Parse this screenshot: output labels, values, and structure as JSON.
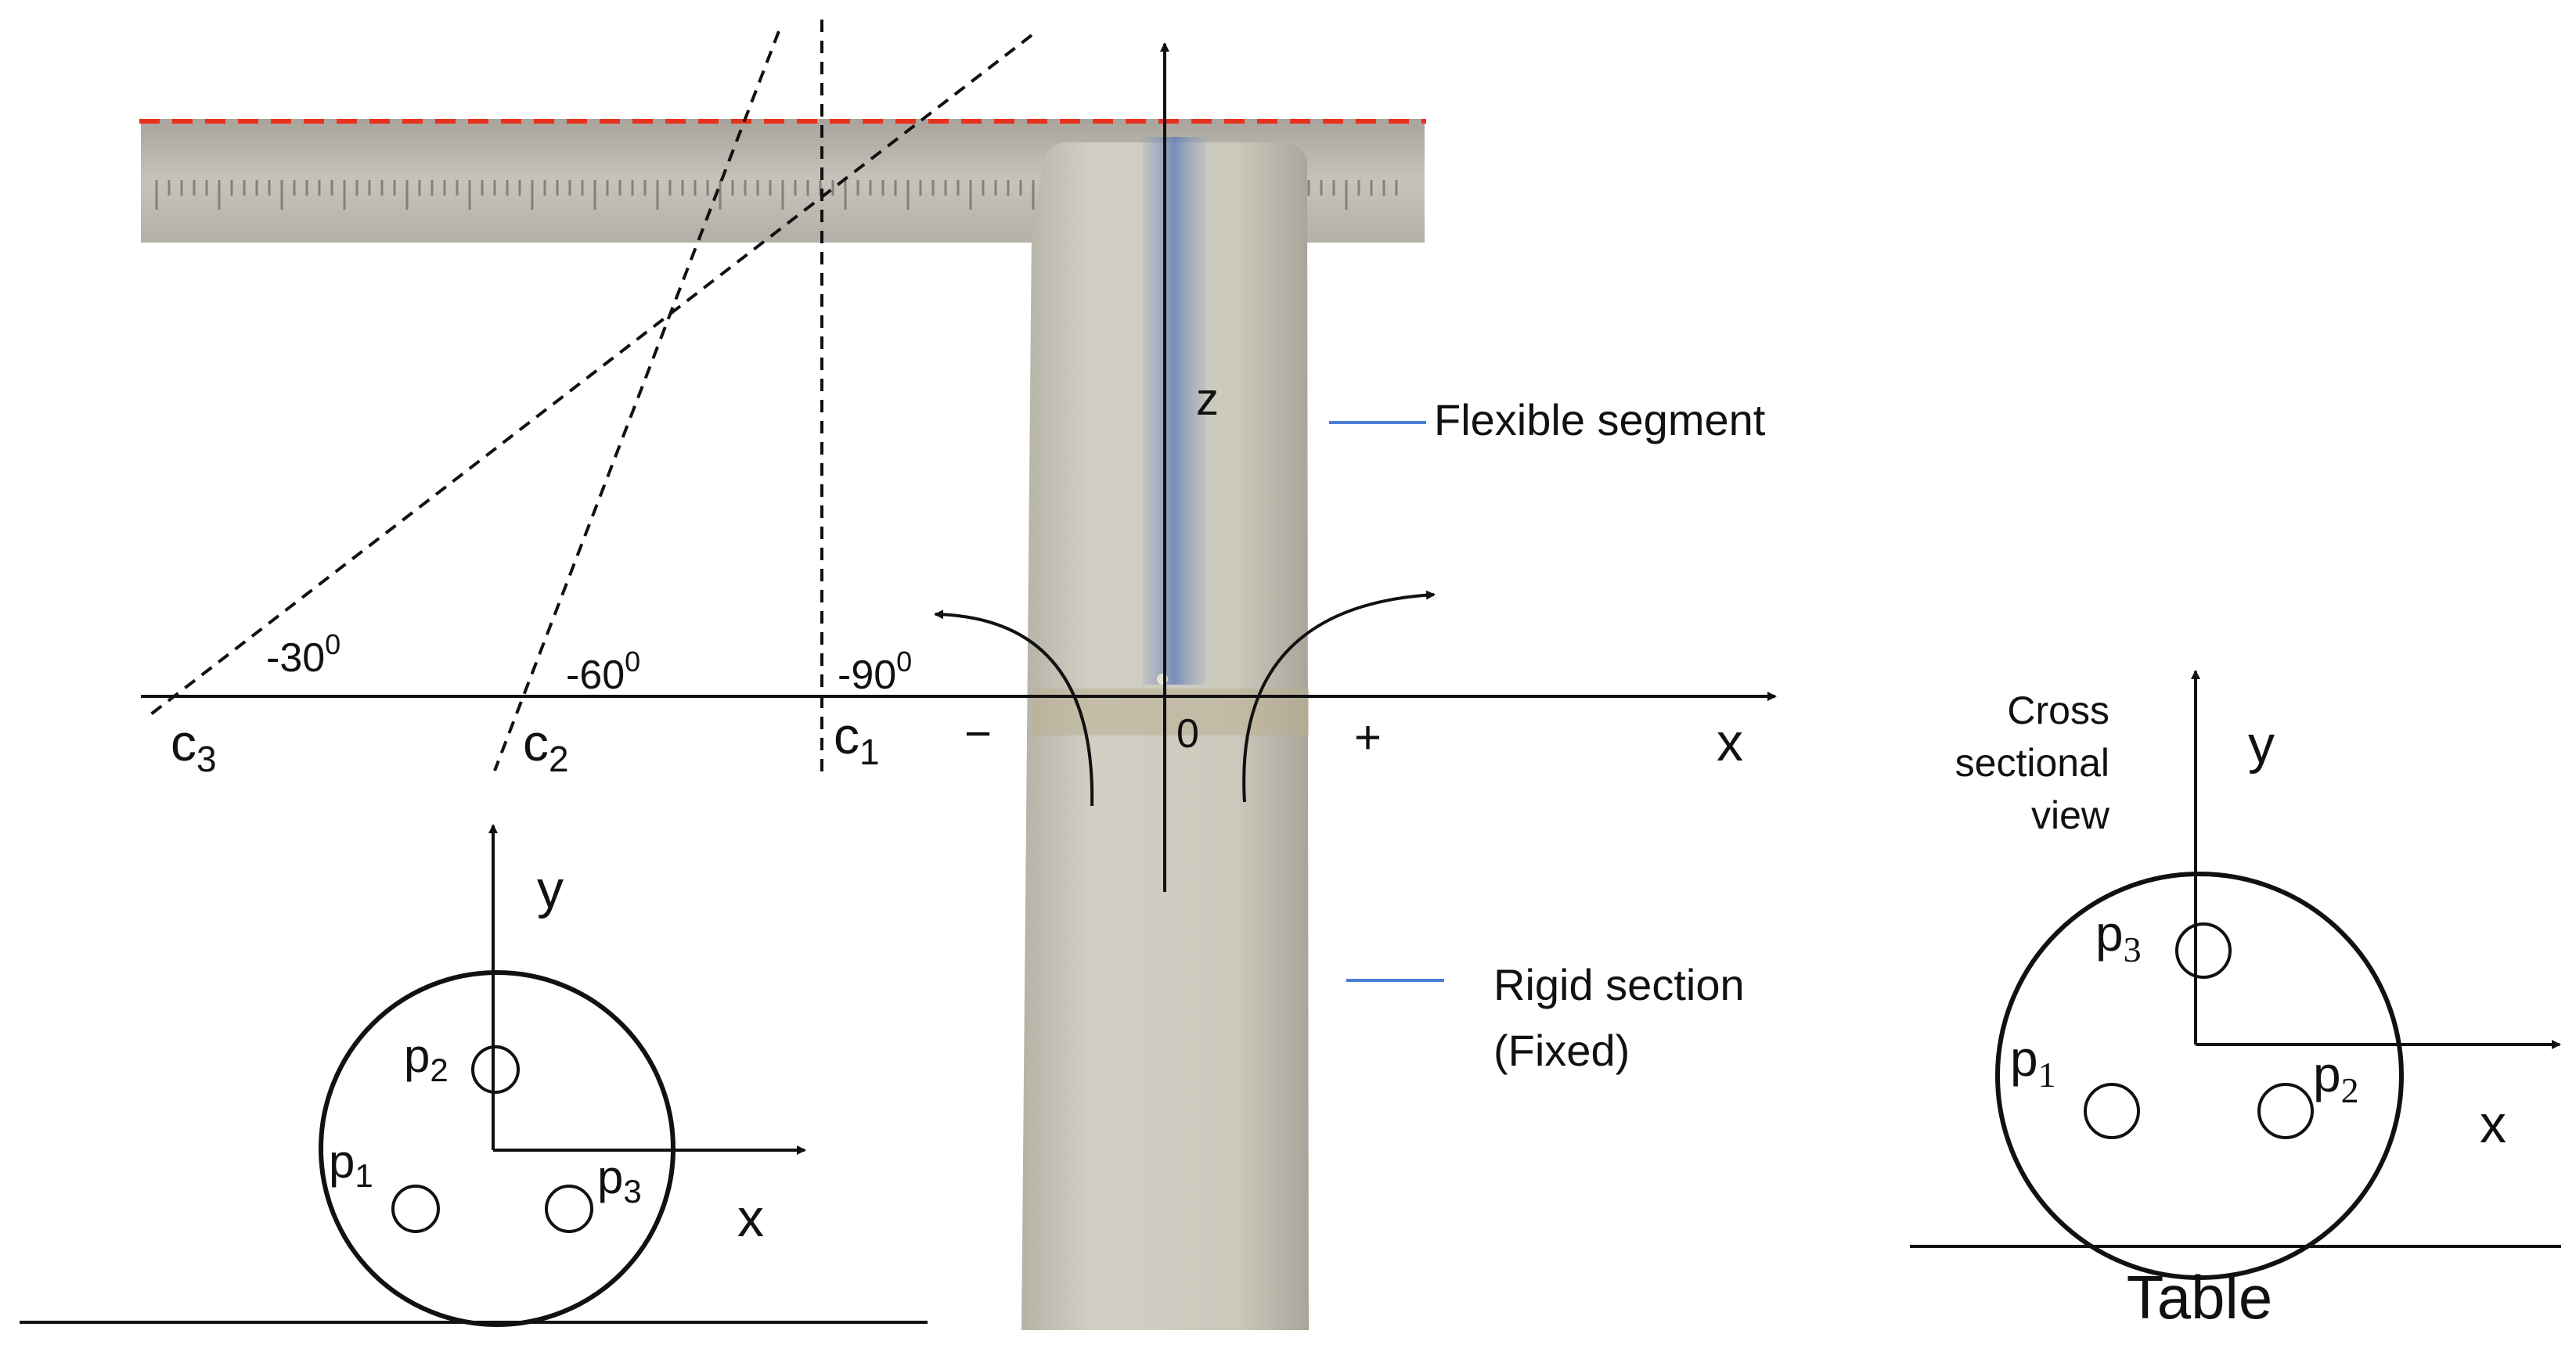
{
  "main_view": {
    "z_axis_label": "z",
    "x_axis_label": "x",
    "origin_label": "0",
    "minus_label": "−",
    "plus_label": "+",
    "cross_points": [
      {
        "label": "c",
        "subscript": "3",
        "angle": "-30",
        "angle_sup": "0"
      },
      {
        "label": "c",
        "subscript": "2",
        "angle": "-60",
        "angle_sup": "0"
      },
      {
        "label": "c",
        "subscript": "1",
        "angle": "-90",
        "angle_sup": "0"
      }
    ]
  },
  "legend": {
    "flexible": "Flexible segment",
    "rigid_line1": "Rigid section",
    "rigid_line2": "(Fixed)"
  },
  "left_section": {
    "x_label": "x",
    "y_label": "y",
    "points": [
      {
        "label": "p",
        "subscript": "2"
      },
      {
        "label": "p",
        "subscript": "1"
      },
      {
        "label": "p",
        "subscript": "3"
      }
    ]
  },
  "right_section": {
    "title_line1": "Cross",
    "title_line2": "sectional",
    "title_line3": "view",
    "x_label": "x",
    "y_label": "y",
    "table_label": "Table",
    "points": [
      {
        "label": "p",
        "subscript": "3"
      },
      {
        "label": "p",
        "subscript": "1"
      },
      {
        "label": "p",
        "subscript": "2"
      }
    ]
  },
  "colors": {
    "flexible_line": "#4a7fd4",
    "rigid_line": "#4a7fd4",
    "red_dashed": "#e8321e",
    "photo_rod": "#c9c6b8",
    "photo_ruler": "#b9b6ae",
    "center_stripe": "#5a78b8"
  }
}
